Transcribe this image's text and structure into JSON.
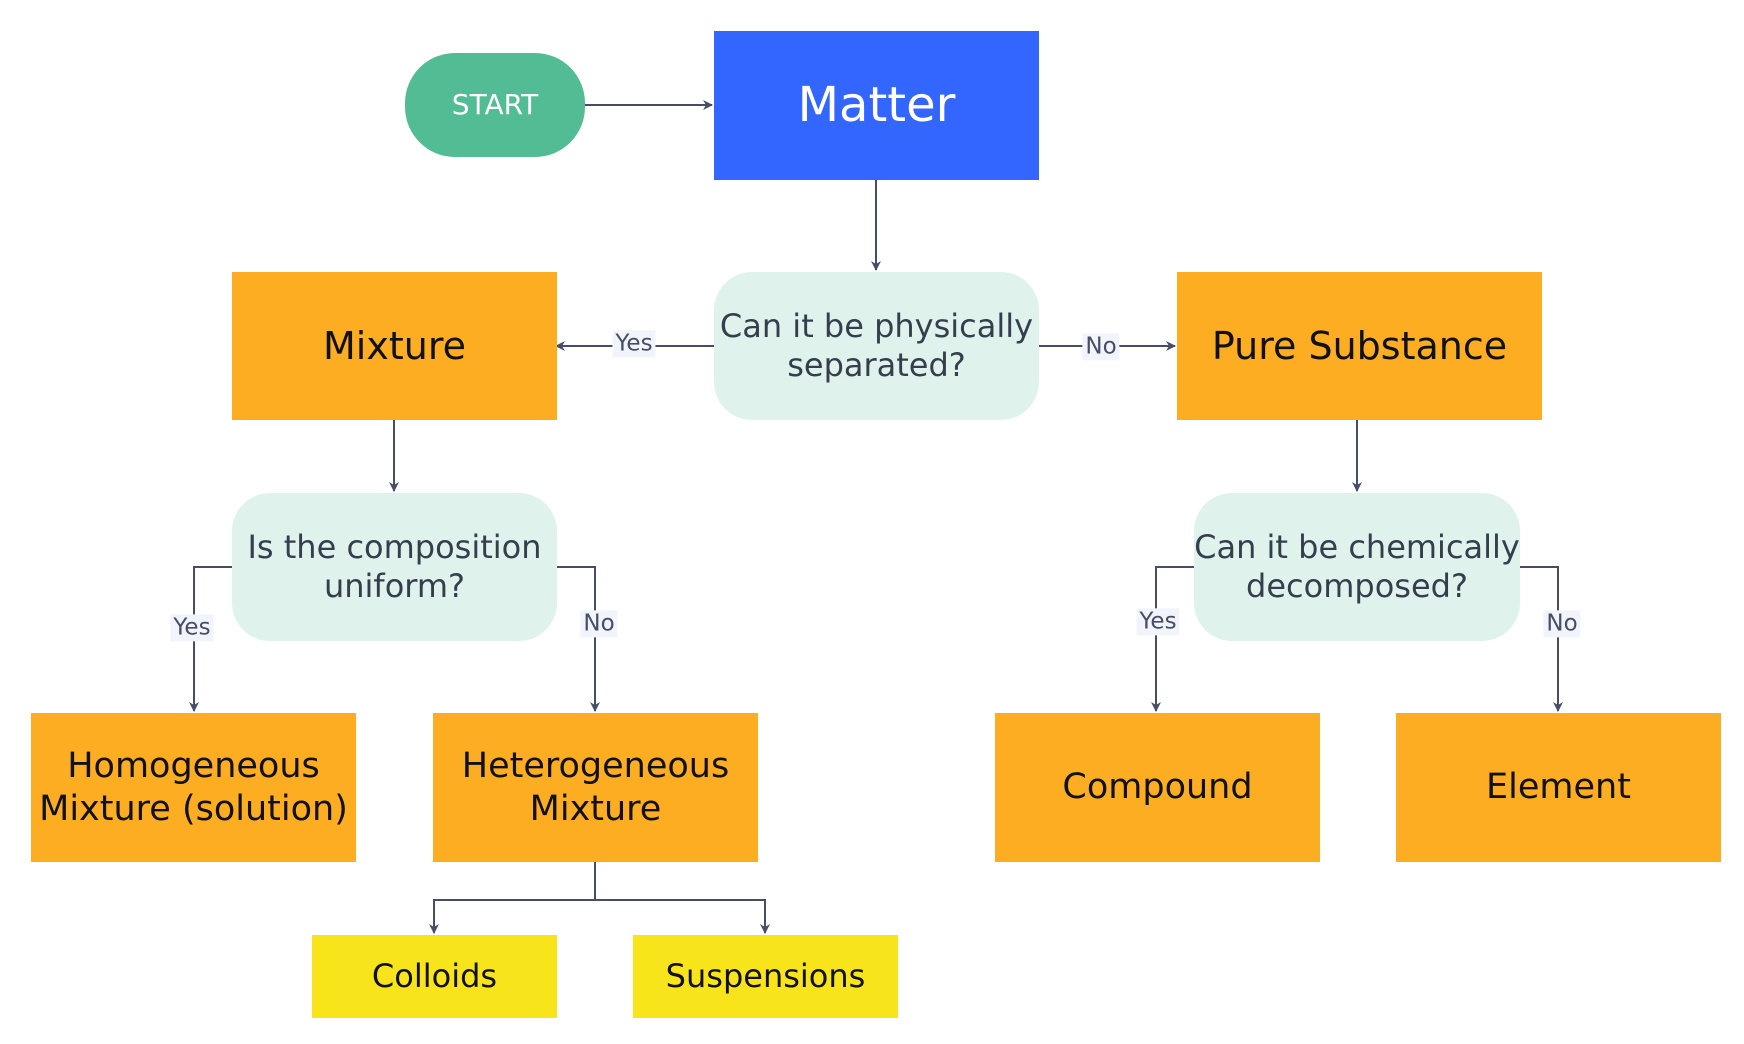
{
  "nodes": {
    "start": "START",
    "matter": "Matter",
    "q_physical": "Can it be physically\nseparated?",
    "mixture": "Mixture",
    "pure": "Pure Substance",
    "q_uniform": "Is the composition\nuniform?",
    "q_chemical": "Can it be chemically\ndecomposed?",
    "homogeneous": "Homogeneous\nMixture (solution)",
    "heterogeneous": "Heterogeneous\nMixture",
    "compound": "Compound",
    "element": "Element",
    "colloids": "Colloids",
    "suspensions": "Suspensions"
  },
  "edge_labels": {
    "physical_yes": "Yes",
    "physical_no": "No",
    "uniform_yes": "Yes",
    "uniform_no": "No",
    "chemical_yes": "Yes",
    "chemical_no": "No"
  },
  "colors": {
    "start": "#52bd94",
    "root": "#3366ff",
    "decision": "#dff3ec",
    "category": "#fcad22",
    "leaf": "#f8e41b",
    "edge": "#474d66"
  }
}
